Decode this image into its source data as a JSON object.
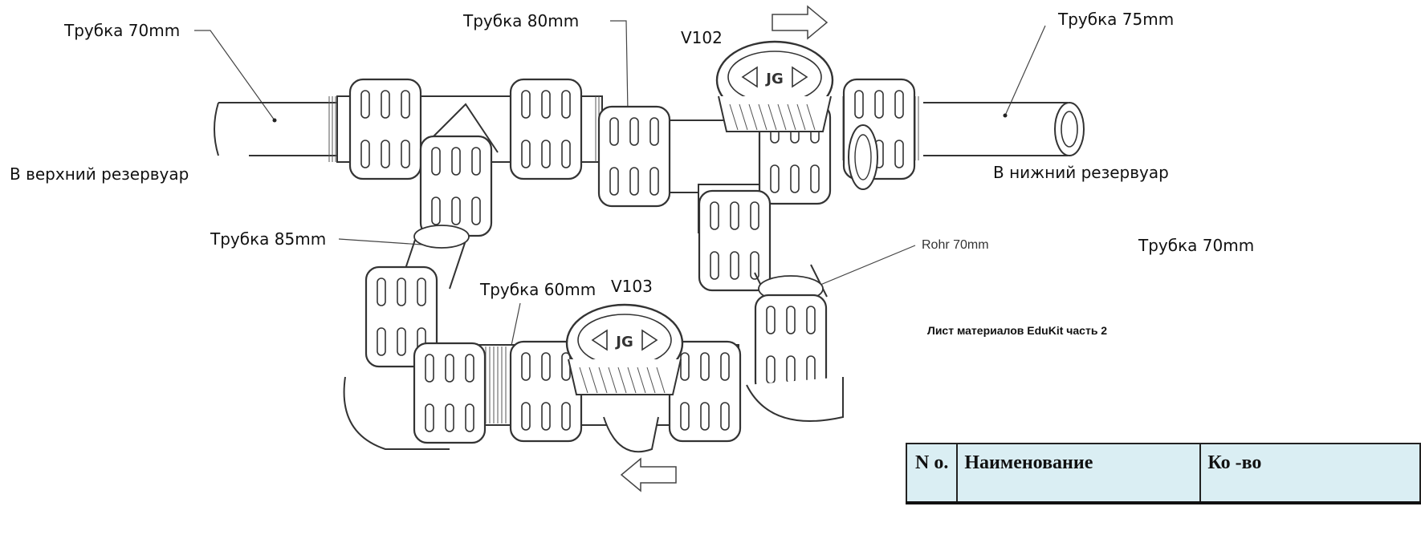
{
  "labels": {
    "pipe_70_top_left": "Трубка 70mm",
    "pipe_80": "Трубка 80mm",
    "valve_v102": "V102",
    "pipe_75": "Трубка 75mm",
    "to_upper_tank": "В верхний резервуар",
    "to_lower_tank": "В нижний резервуар",
    "pipe_85": "Трубка 85mm",
    "rohr_70": "Rohr 70mm",
    "pipe_70_right": "Трубка 70mm",
    "pipe_60": "Трубка 60mm",
    "valve_v103": "V103"
  },
  "caption": "Лист материалов EduKit часть 2",
  "bom_table": {
    "headers": [
      "N o.",
      "Наименование",
      "Ко -во"
    ]
  },
  "colors": {
    "table_header_bg": "#daeef3",
    "line": "#333333"
  },
  "icons": [
    "flow-arrow-right-icon",
    "flow-arrow-left-icon"
  ]
}
